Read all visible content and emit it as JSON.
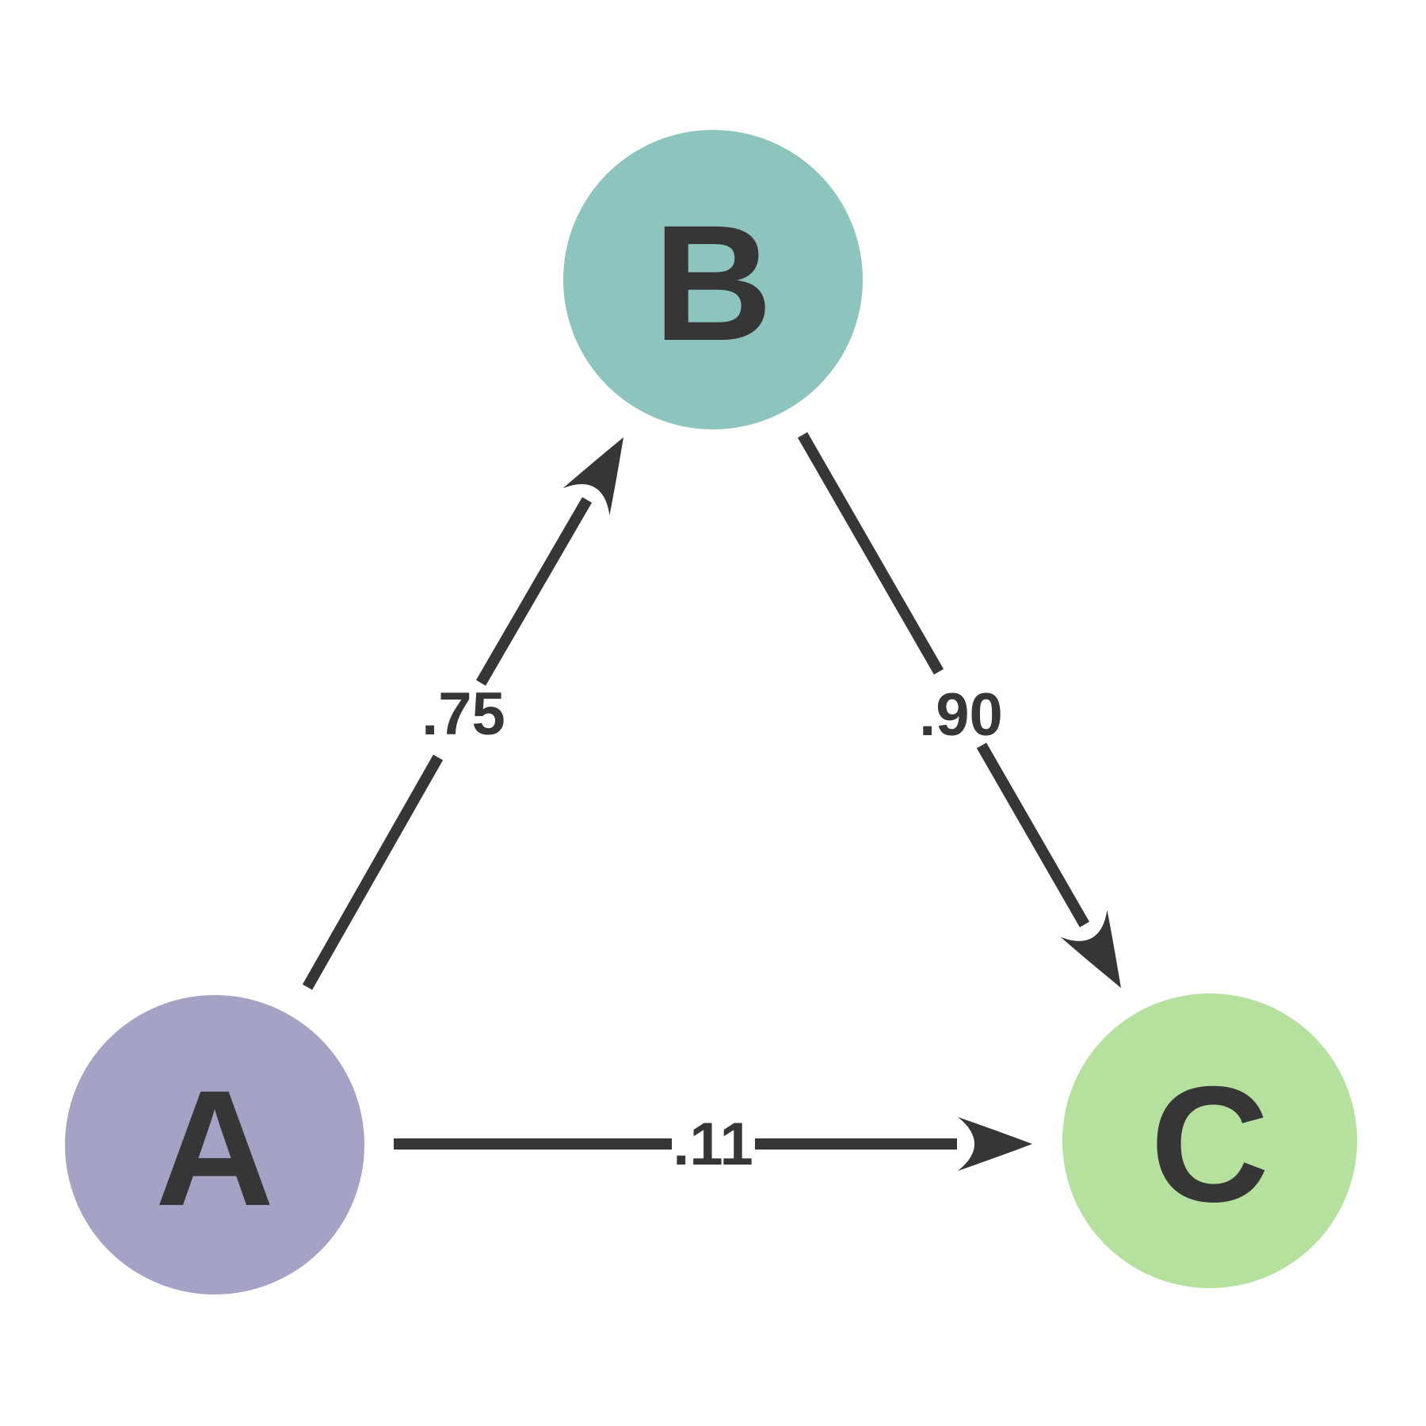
{
  "diagram": {
    "title": "",
    "type": "directed-graph",
    "background_color": "#ffffff",
    "edge_color": "#363636",
    "text_color": "#363636",
    "nodes": [
      {
        "id": "A",
        "label": "A",
        "color": "#a4a2c5"
      },
      {
        "id": "B",
        "label": "B",
        "color": "#8dc4be"
      },
      {
        "id": "C",
        "label": "C",
        "color": "#b5e09e"
      }
    ],
    "edges": [
      {
        "from": "A",
        "to": "B",
        "label": ".75"
      },
      {
        "from": "B",
        "to": "C",
        "label": ".90"
      },
      {
        "from": "A",
        "to": "C",
        "label": ".11"
      }
    ]
  }
}
